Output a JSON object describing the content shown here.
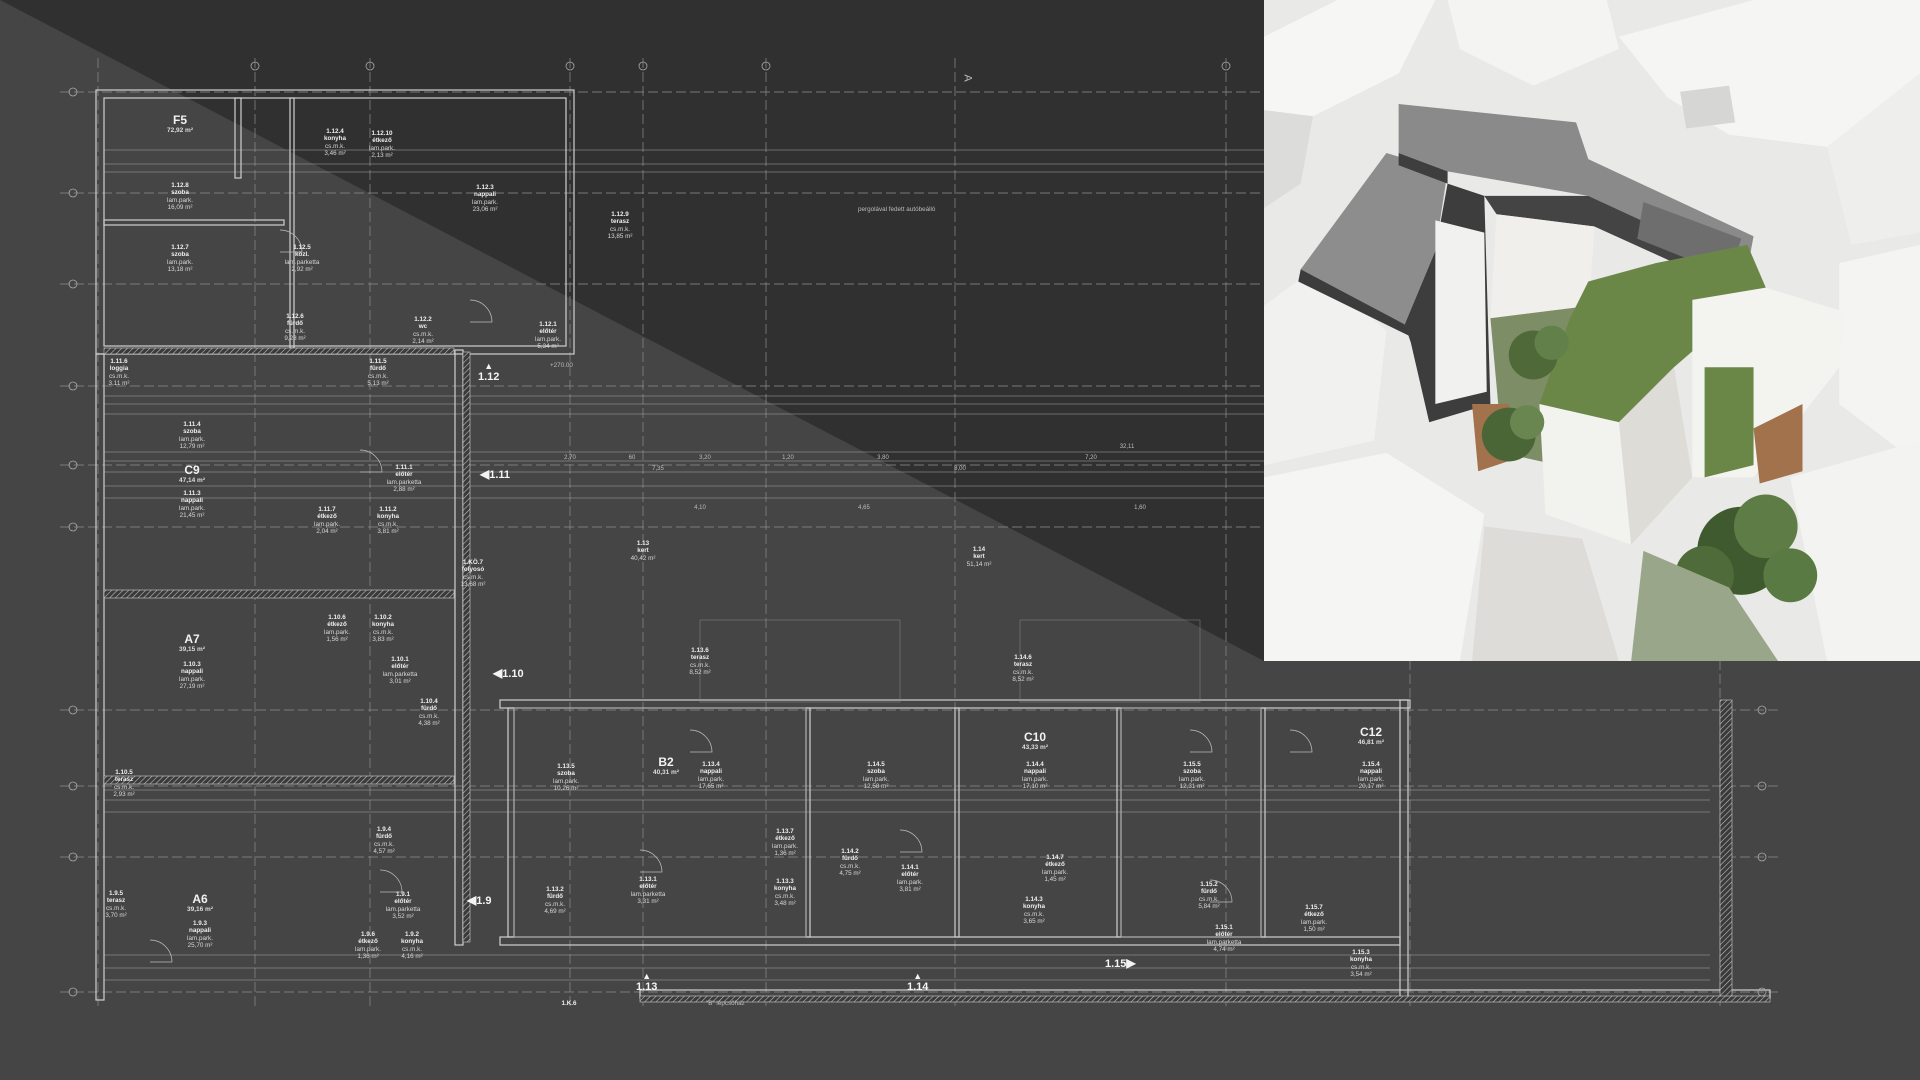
{
  "units": [
    {
      "code": "F5",
      "area": "72,92 m²"
    },
    {
      "code": "C9",
      "area": "47,14 m²"
    },
    {
      "code": "A7",
      "area": "39,15 m²"
    },
    {
      "code": "A6",
      "area": "39,16 m²"
    },
    {
      "code": "B2",
      "area": "40,31 m²"
    },
    {
      "code": "C10",
      "area": "43,33 m²"
    },
    {
      "code": "C12",
      "area": "46,81 m²"
    }
  ],
  "rooms": [
    {
      "id": "1.12.8",
      "name": "szoba",
      "floor": "lam.park.",
      "area": "16,09 m²"
    },
    {
      "id": "1.12.7",
      "name": "szoba",
      "floor": "lam.park.",
      "area": "13,18 m²"
    },
    {
      "id": "1.12.5",
      "name": "közl.",
      "floor": "lam.parketta",
      "area": "2,92 m²"
    },
    {
      "id": "1.12.4",
      "name": "konyha",
      "floor": "cs.m.k.",
      "area": "3,46 m²"
    },
    {
      "id": "1.12.10",
      "name": "étkező",
      "floor": "lam.park.",
      "area": "2,13 m²"
    },
    {
      "id": "1.12.3",
      "name": "nappali",
      "floor": "lam.park.",
      "area": "23,06 m²"
    },
    {
      "id": "1.12.6",
      "name": "fürdő",
      "floor": "cs.m.k.",
      "area": "9,28 m²"
    },
    {
      "id": "1.12.2",
      "name": "wc",
      "floor": "cs.m.k.",
      "area": "2,14 m²"
    },
    {
      "id": "1.12.1",
      "name": "előtér",
      "floor": "lam.park.",
      "area": "5,34 m²"
    },
    {
      "id": "1.12.9",
      "name": "terasz",
      "floor": "cs.m.k.",
      "area": "13,85 m²"
    },
    {
      "id": "1.11.6",
      "name": "loggia",
      "floor": "cs.m.k.",
      "area": "3,11 m²"
    },
    {
      "id": "1.11.5",
      "name": "fürdő",
      "floor": "cs.m.k.",
      "area": "5,13 m²"
    },
    {
      "id": "1.11.4",
      "name": "szoba",
      "floor": "lam.park.",
      "area": "12,79 m²"
    },
    {
      "id": "1.11.3",
      "name": "nappali",
      "floor": "lam.park.",
      "area": "21,45 m²"
    },
    {
      "id": "1.11.7",
      "name": "étkező",
      "floor": "lam.park.",
      "area": "2,04 m²"
    },
    {
      "id": "1.11.2",
      "name": "konyha",
      "floor": "cs.m.k.",
      "area": "3,81 m²"
    },
    {
      "id": "1.11.1",
      "name": "előtér",
      "floor": "lam.parketta",
      "area": "2,88 m²"
    },
    {
      "id": "1.KÖ.7",
      "name": "folyosó",
      "floor": "cs.m.k.",
      "area": "13,68 m²"
    },
    {
      "id": "1.10.6",
      "name": "étkező",
      "floor": "lam.park.",
      "area": "1,56 m²"
    },
    {
      "id": "1.10.2",
      "name": "konyha",
      "floor": "cs.m.k.",
      "area": "3,83 m²"
    },
    {
      "id": "1.10.3",
      "name": "nappali",
      "floor": "lam.park.",
      "area": "27,19 m²"
    },
    {
      "id": "1.10.1",
      "name": "előtér",
      "floor": "lam.parketta",
      "area": "3,01 m²"
    },
    {
      "id": "1.10.4",
      "name": "fürdő",
      "floor": "cs.m.k.",
      "area": "4,38 m²"
    },
    {
      "id": "1.10.5",
      "name": "terasz",
      "floor": "cs.m.k.",
      "area": "2,93 m²"
    },
    {
      "id": "1.9.4",
      "name": "fürdő",
      "floor": "cs.m.k.",
      "area": "4,57 m²"
    },
    {
      "id": "1.9.5",
      "name": "terasz",
      "floor": "cs.m.k.",
      "area": "3,70 m²"
    },
    {
      "id": "1.9.3",
      "name": "nappali",
      "floor": "lam.park.",
      "area": "25,70 m²"
    },
    {
      "id": "1.9.1",
      "name": "előtér",
      "floor": "lam.parketta",
      "area": "3,52 m²"
    },
    {
      "id": "1.9.6",
      "name": "étkező",
      "floor": "lam.park.",
      "area": "1,36 m²"
    },
    {
      "id": "1.9.2",
      "name": "konyha",
      "floor": "cs.m.k.",
      "area": "4,16 m²"
    },
    {
      "id": "1.13",
      "name": "kert",
      "floor": "",
      "area": "40,42 m²"
    },
    {
      "id": "1.14",
      "name": "kert",
      "floor": "",
      "area": "51,14 m²"
    },
    {
      "id": "1.13.6",
      "name": "terasz",
      "floor": "cs.m.k.",
      "area": "8,52 m²"
    },
    {
      "id": "1.14.6",
      "name": "terasz",
      "floor": "cs.m.k.",
      "area": "8,52 m²"
    },
    {
      "id": "1.13.5",
      "name": "szoba",
      "floor": "lam.park.",
      "area": "10,26 m²"
    },
    {
      "id": "1.13.4",
      "name": "nappali",
      "floor": "lam.park.",
      "area": "17,65 m²"
    },
    {
      "id": "1.13.7",
      "name": "étkező",
      "floor": "lam.park.",
      "area": "1,36 m²"
    },
    {
      "id": "1.13.1",
      "name": "előtér",
      "floor": "lam.parketta",
      "area": "3,31 m²"
    },
    {
      "id": "1.13.2",
      "name": "fürdő",
      "floor": "cs.m.k.",
      "area": "4,69 m²"
    },
    {
      "id": "1.13.3",
      "name": "konyha",
      "floor": "cs.m.k.",
      "area": "3,48 m²"
    },
    {
      "id": "1.14.5",
      "name": "szoba",
      "floor": "lam.park.",
      "area": "12,58 m²"
    },
    {
      "id": "1.14.2",
      "name": "fürdő",
      "floor": "cs.m.k.",
      "area": "4,75 m²"
    },
    {
      "id": "1.14.1",
      "name": "előtér",
      "floor": "lam.park.",
      "area": "3,81 m²"
    },
    {
      "id": "1.14.4",
      "name": "nappali",
      "floor": "lam.park.",
      "area": "17,10 m²"
    },
    {
      "id": "1.14.7",
      "name": "étkező",
      "floor": "lam.park.",
      "area": "1,45 m²"
    },
    {
      "id": "1.14.3",
      "name": "konyha",
      "floor": "cs.m.k.",
      "area": "3,65 m²"
    },
    {
      "id": "1.15.5",
      "name": "szoba",
      "floor": "lam.park.",
      "area": "12,31 m²"
    },
    {
      "id": "1.15.2",
      "name": "fürdő",
      "floor": "cs.m.k.",
      "area": "5,84 m²"
    },
    {
      "id": "1.15.4",
      "name": "nappali",
      "floor": "lam.park.",
      "area": "20,17 m²"
    },
    {
      "id": "1.15.7",
      "name": "étkező",
      "floor": "lam.park.",
      "area": "1,50 m²"
    },
    {
      "id": "1.15.1",
      "name": "előtér",
      "floor": "lam.parketta",
      "area": "4,74 m²"
    },
    {
      "id": "1.15.3",
      "name": "konyha",
      "floor": "cs.m.k.",
      "area": "3,54 m²"
    },
    {
      "id": "1.K.6",
      "name": "",
      "floor": "",
      "area": ""
    }
  ],
  "section_markers": [
    "1.12",
    "1.11",
    "1.10",
    "1.9",
    "1.13",
    "1.14",
    "1.15"
  ],
  "notes": {
    "level": "+270.00",
    "carport": "pergolával fedett autóbeálló",
    "stair": "\"B\" lépcsőház",
    "axis_a": "A"
  },
  "dimensions": [
    "2,70",
    "60",
    "3,20",
    "1,20",
    "3,80",
    "7,20",
    "32,11",
    "7,35",
    "8,00",
    "4,10",
    "4,65",
    "1,60"
  ],
  "colors": {
    "background": "#454545",
    "dark_overlay": "#303031",
    "linework": "#c9c9c9",
    "roof_green": "#6b8748"
  }
}
